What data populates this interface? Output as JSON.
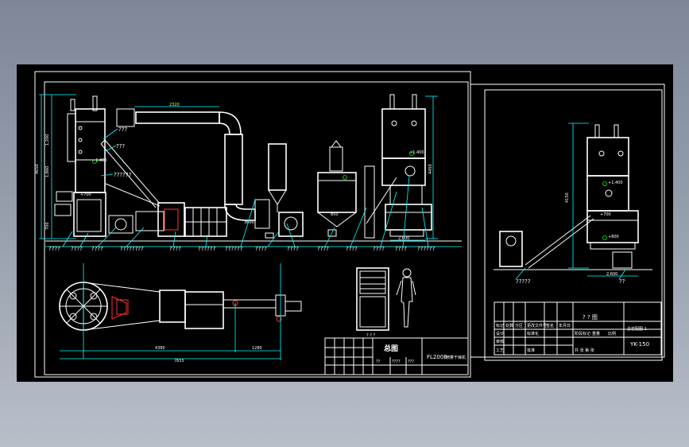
{
  "main_view": {
    "callouts_top": [
      "???",
      "???"
    ],
    "callouts_mid": [
      "??????"
    ],
    "callouts_bottom": [
      "????",
      "????",
      "????",
      "????????",
      "????",
      "??????",
      "??????",
      "????",
      "????",
      "????",
      "????",
      "????",
      "????",
      "??????"
    ],
    "dims": {
      "duct_length": "2320",
      "height_left": "4650",
      "height_right": "4450",
      "sub_1200": "1,200",
      "sub_1860": "1,860",
      "sub_700": "700",
      "level_1400": "+1,400",
      "level_1400_r": "+1,400",
      "level_700": "+700",
      "level_850": "850",
      "base_2600": "2,600",
      "plan_4380": "4380",
      "plan_1280": "1280",
      "plan_7655": "7655",
      "stack_3600": "3600"
    }
  },
  "cabinet_label": "? ? ?",
  "title_block_main": {
    "title": "总图",
    "code": "FL200B",
    "code_suffix": "喷雾干燥机",
    "fields": [
      "??",
      "????",
      "???"
    ]
  },
  "side_view": {
    "callout_bottom": "?????",
    "dims": {
      "height": "4150",
      "level_1": "+1,400",
      "level_2": "+700",
      "level_3": "+800",
      "base": "2,600",
      "base2": "??"
    }
  },
  "title_block_side": {
    "title": "? ? 图",
    "name": "总装配图 1",
    "model": "YK-150",
    "row_labels": [
      "标记",
      "处数",
      "分区",
      "更改文件号",
      "签名",
      "年月日"
    ],
    "row2": [
      "设计",
      "",
      "标准化",
      "",
      "阶段标记",
      "重量",
      "比例"
    ],
    "row3": [
      "审核",
      "",
      "",
      ""
    ],
    "row4": [
      "工艺",
      "",
      "批准",
      "",
      "共 张 第 张"
    ]
  },
  "colors": {
    "background": "#000000",
    "line": "#ffffff",
    "dimension": "#00ffff",
    "highlight": "#ff3030",
    "level_marker": "#00ff00",
    "tag": "#ffff00"
  }
}
